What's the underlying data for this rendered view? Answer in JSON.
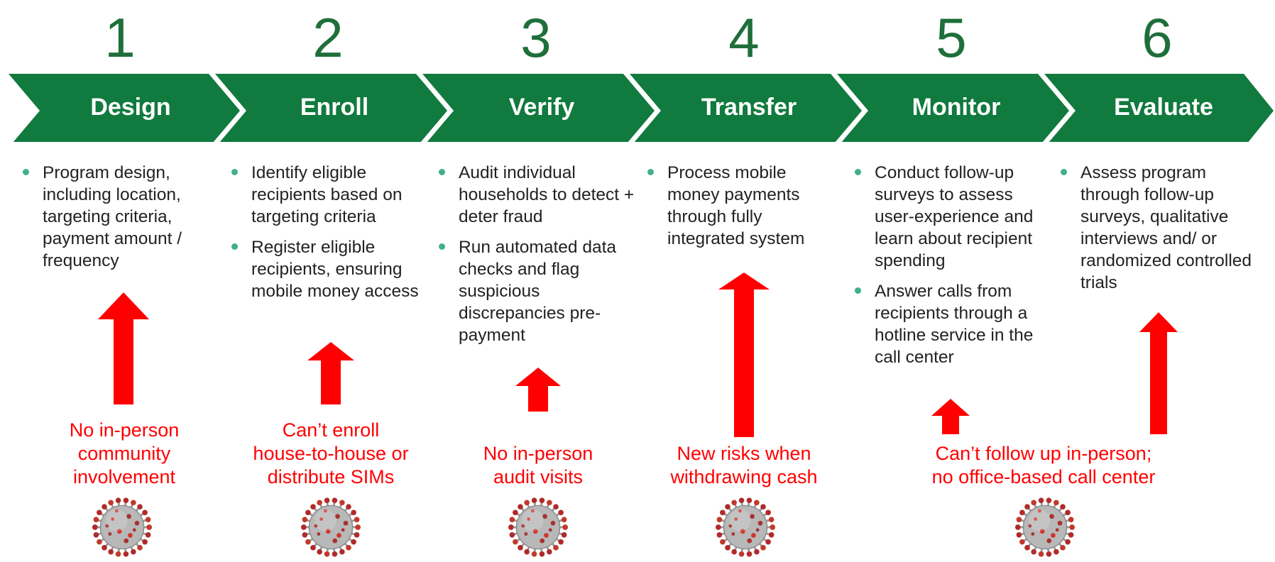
{
  "colors": {
    "chevron": "#117a3e",
    "number": "#1f6f3a",
    "bullet": "#3fb08a",
    "constraint": "#ff0000",
    "body_text": "#222222"
  },
  "stages": [
    {
      "number": "1",
      "label": "Design",
      "bullets": [
        "Program design, including location, targeting criteria, payment amount / frequency"
      ]
    },
    {
      "number": "2",
      "label": "Enroll",
      "bullets": [
        "Identify eligible recipients based on targeting criteria",
        "Register eligible recipients, ensuring mobile money access"
      ]
    },
    {
      "number": "3",
      "label": "Verify",
      "bullets": [
        "Audit individual households to detect + deter fraud",
        "Run automated data checks and flag suspicious discrepancies pre-payment"
      ]
    },
    {
      "number": "4",
      "label": "Transfer",
      "bullets": [
        "Process mobile money payments through fully integrated system"
      ]
    },
    {
      "number": "5",
      "label": "Monitor",
      "bullets": [
        "Conduct follow-up surveys to assess user-experience and learn about recipient spending",
        "Answer calls from recipients through a hotline service in the call center"
      ]
    },
    {
      "number": "6",
      "label": "Evaluate",
      "bullets": [
        "Assess program through follow-up surveys, qualitative interviews and/ or randomized controlled trials"
      ]
    }
  ],
  "constraints": [
    {
      "lines": [
        "No in-person",
        "community",
        "involvement"
      ]
    },
    {
      "lines": [
        "Can’t enroll",
        "house-to-house or",
        "distribute SIMs"
      ]
    },
    {
      "lines": [
        "No in-person",
        "audit visits"
      ]
    },
    {
      "lines": [
        "New risks when",
        "withdrawing cash"
      ]
    },
    {
      "lines": [
        "Can’t follow up in-person;",
        "no office-based call center"
      ]
    }
  ],
  "icons": {
    "virus": "coronavirus-icon",
    "arrow": "red-up-arrow-icon"
  }
}
